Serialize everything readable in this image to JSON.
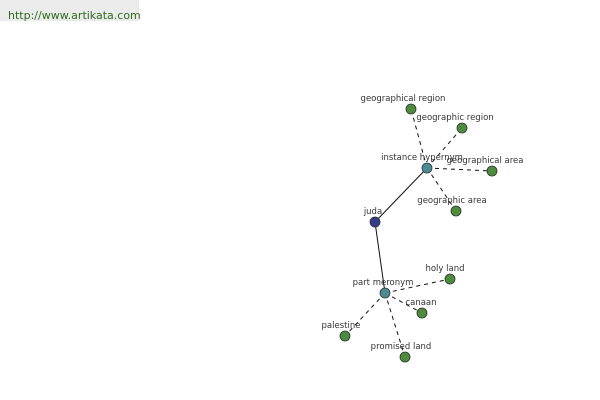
{
  "header": {
    "url": "http://www.artikata.com"
  },
  "colors": {
    "root": "#343d8c",
    "relation": "#4d8b94",
    "leaf": "#4c8c3c",
    "edge": "#111111",
    "node_stroke": "#333333"
  },
  "graph": {
    "nodes": [
      {
        "id": "juda",
        "label": "juda",
        "kind": "root"
      },
      {
        "id": "instance-hypernym",
        "label": "instance hypernym",
        "kind": "relation"
      },
      {
        "id": "part-meronym",
        "label": "part meronym",
        "kind": "relation"
      },
      {
        "id": "geographical-region",
        "label": "geographical region",
        "kind": "leaf"
      },
      {
        "id": "geographic-region",
        "label": "geographic region",
        "kind": "leaf"
      },
      {
        "id": "geographical-area",
        "label": "geographical area",
        "kind": "leaf"
      },
      {
        "id": "geographic-area",
        "label": "geographic area",
        "kind": "leaf"
      },
      {
        "id": "holy-land",
        "label": "holy land",
        "kind": "leaf"
      },
      {
        "id": "canaan",
        "label": "canaan",
        "kind": "leaf"
      },
      {
        "id": "palestine",
        "label": "palestine",
        "kind": "leaf"
      },
      {
        "id": "promised-land",
        "label": "promised land",
        "kind": "leaf"
      }
    ],
    "edges": [
      {
        "from": "juda",
        "to": "instance-hypernym",
        "style": "solid"
      },
      {
        "from": "juda",
        "to": "part-meronym",
        "style": "solid"
      },
      {
        "from": "instance-hypernym",
        "to": "geographical-region",
        "style": "dashed"
      },
      {
        "from": "instance-hypernym",
        "to": "geographic-region",
        "style": "dashed"
      },
      {
        "from": "instance-hypernym",
        "to": "geographical-area",
        "style": "dashed"
      },
      {
        "from": "instance-hypernym",
        "to": "geographic-area",
        "style": "dashed"
      },
      {
        "from": "part-meronym",
        "to": "holy-land",
        "style": "dashed"
      },
      {
        "from": "part-meronym",
        "to": "canaan",
        "style": "dashed"
      },
      {
        "from": "part-meronym",
        "to": "palestine",
        "style": "dashed"
      },
      {
        "from": "part-meronym",
        "to": "promised-land",
        "style": "dashed"
      }
    ]
  }
}
